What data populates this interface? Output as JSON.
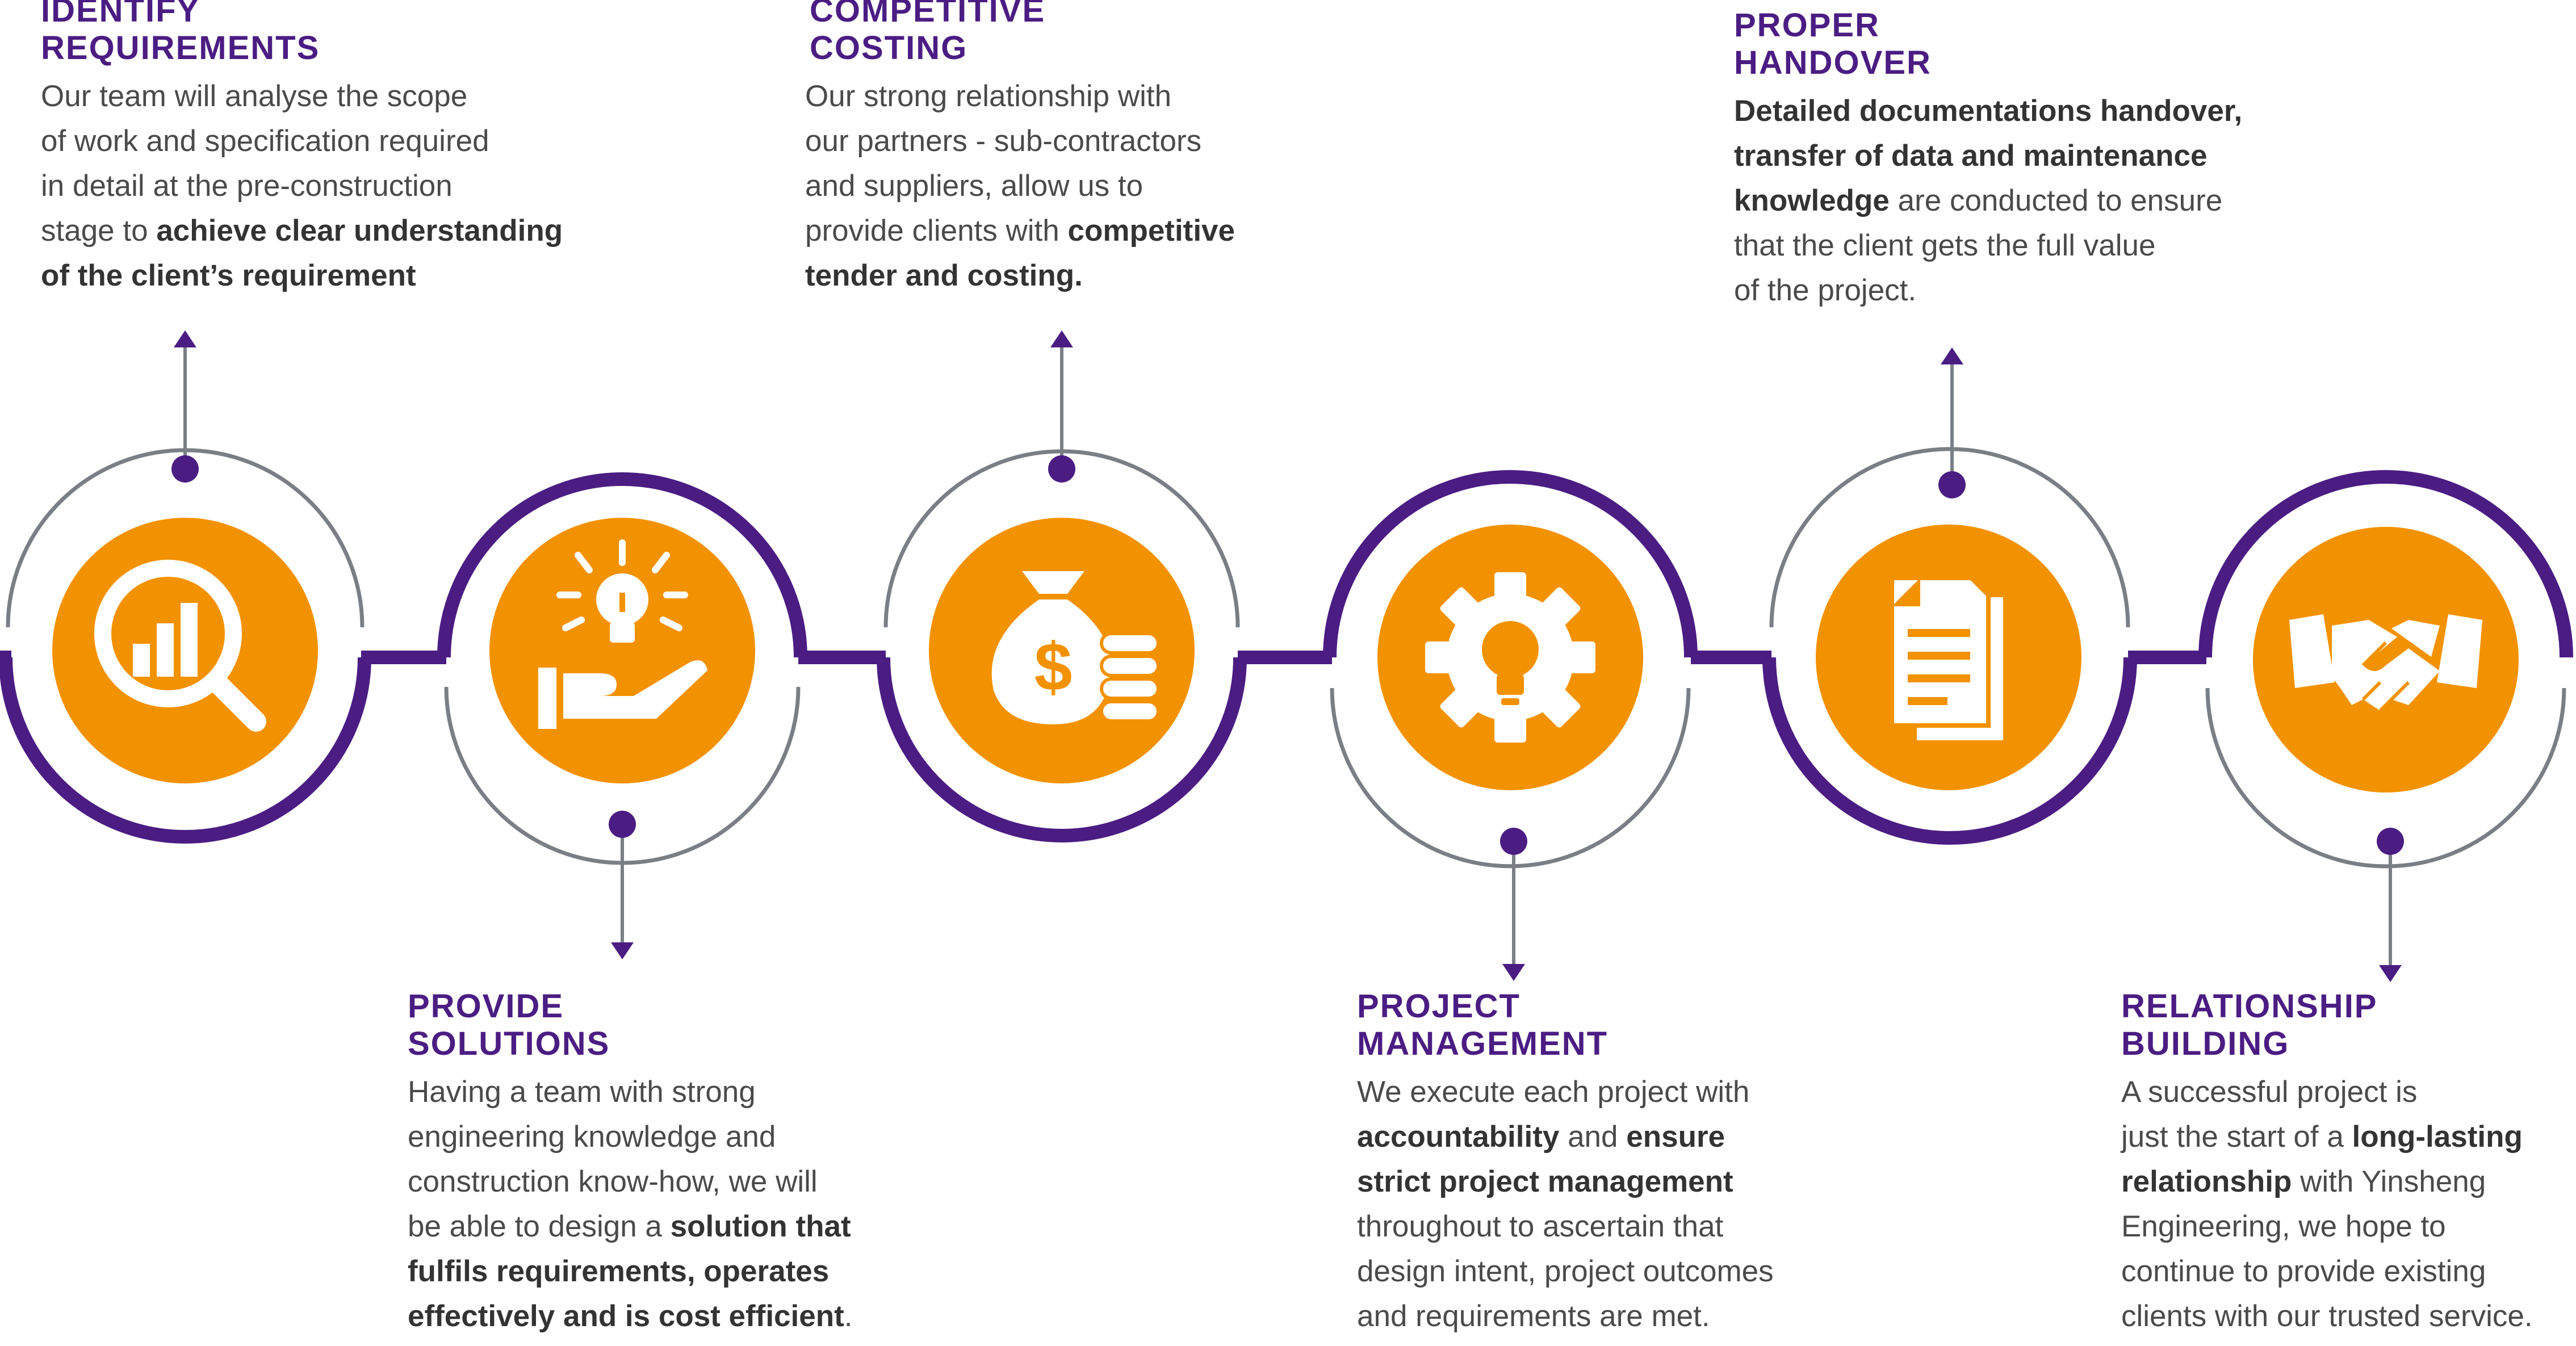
{
  "colors": {
    "purple": "#4b1d83",
    "orange": "#f39200",
    "gray_ring": "#7a7f85",
    "text": "#4a4a4a"
  },
  "steps": [
    {
      "title_line1": "IDENTIFY",
      "title_line2": "REQUIREMENTS",
      "icon": "magnifier-chart-icon",
      "body": [
        [
          {
            "t": "Our team will analyse the scope",
            "b": false
          }
        ],
        [
          {
            "t": "of work and specification required",
            "b": false
          }
        ],
        [
          {
            "t": "in detail at the pre-construction",
            "b": false
          }
        ],
        [
          {
            "t": "stage to ",
            "b": false
          },
          {
            "t": "achieve clear understanding",
            "b": true
          }
        ],
        [
          {
            "t": "of the client’s requirement",
            "b": true
          }
        ]
      ]
    },
    {
      "title_line1": "PROVIDE",
      "title_line2": "SOLUTIONS",
      "icon": "lightbulb-hand-icon",
      "body": [
        [
          {
            "t": "Having a team with strong",
            "b": false
          }
        ],
        [
          {
            "t": "engineering knowledge and",
            "b": false
          }
        ],
        [
          {
            "t": "construction know-how, we will",
            "b": false
          }
        ],
        [
          {
            "t": "be able to design a ",
            "b": false
          },
          {
            "t": "solution that",
            "b": true
          }
        ],
        [
          {
            "t": "fulfils requirements, operates",
            "b": true
          }
        ],
        [
          {
            "t": "effectively and is cost efficient",
            "b": true
          },
          {
            "t": ".",
            "b": false
          }
        ]
      ]
    },
    {
      "title_line1": "COMPETITIVE",
      "title_line2": "COSTING",
      "icon": "money-bag-coins-icon",
      "body": [
        [
          {
            "t": "Our strong relationship with",
            "b": false
          }
        ],
        [
          {
            "t": "our partners - sub-contractors",
            "b": false
          }
        ],
        [
          {
            "t": "and suppliers, allow us to",
            "b": false
          }
        ],
        [
          {
            "t": "provide clients with ",
            "b": false
          },
          {
            "t": "competitive",
            "b": true
          }
        ],
        [
          {
            "t": "tender and costing.",
            "b": true
          }
        ]
      ]
    },
    {
      "title_line1": "PROJECT",
      "title_line2": "MANAGEMENT",
      "icon": "gear-lightbulb-icon",
      "body": [
        [
          {
            "t": "We execute each project with",
            "b": false
          }
        ],
        [
          {
            "t": "accountability",
            "b": true
          },
          {
            "t": " and ",
            "b": false
          },
          {
            "t": "ensure",
            "b": true
          }
        ],
        [
          {
            "t": "strict project management",
            "b": true
          }
        ],
        [
          {
            "t": "throughout to ascertain that",
            "b": false
          }
        ],
        [
          {
            "t": "design intent, project outcomes",
            "b": false
          }
        ],
        [
          {
            "t": "and requirements are met.",
            "b": false
          }
        ]
      ]
    },
    {
      "title_line1": "PROPER",
      "title_line2": "HANDOVER",
      "icon": "documents-icon",
      "body": [
        [
          {
            "t": "Detailed documentations handover,",
            "b": true
          }
        ],
        [
          {
            "t": "transfer of data and maintenance",
            "b": true
          }
        ],
        [
          {
            "t": "knowledge",
            "b": true
          },
          {
            "t": " are conducted to ensure",
            "b": false
          }
        ],
        [
          {
            "t": "that the client gets the full value",
            "b": false
          }
        ],
        [
          {
            "t": "of the project.",
            "b": false
          }
        ]
      ]
    },
    {
      "title_line1": "RELATIONSHIP",
      "title_line2": "BUILDING",
      "icon": "handshake-icon",
      "body": [
        [
          {
            "t": "A successful project is",
            "b": false
          }
        ],
        [
          {
            "t": "just the start of a ",
            "b": false
          },
          {
            "t": "long-lasting",
            "b": true
          }
        ],
        [
          {
            "t": "relationship",
            "b": true
          },
          {
            "t": " with Yinsheng",
            "b": false
          }
        ],
        [
          {
            "t": "Engineering, we hope to",
            "b": false
          }
        ],
        [
          {
            "t": "continue to provide existing",
            "b": false
          }
        ],
        [
          {
            "t": "clients with our trusted service.",
            "b": false
          }
        ]
      ]
    }
  ]
}
